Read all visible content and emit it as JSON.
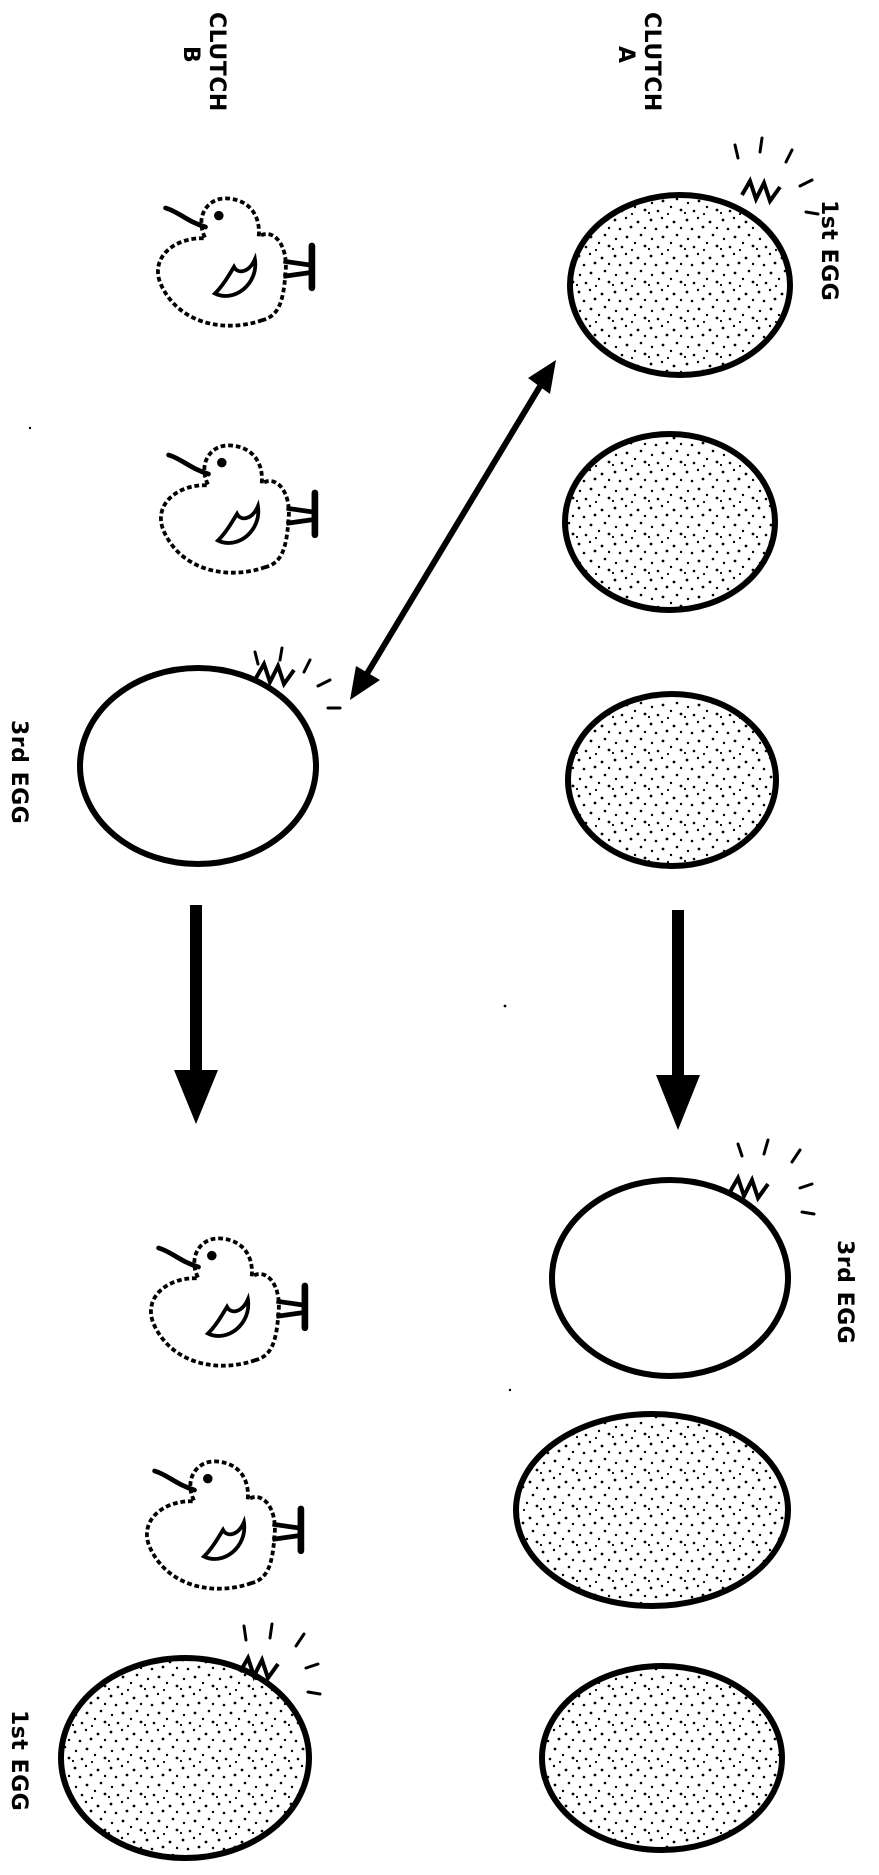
{
  "labels": {
    "clutch_a_line1": "CLUTCH",
    "clutch_a_line2": "A",
    "clutch_b_line1": "CLUTCH",
    "clutch_b_line2": "B",
    "clutch_a_first_egg": "1st EGG",
    "clutch_a_third_egg": "3rd EGG",
    "clutch_b_third_egg": "3rd EGG",
    "clutch_b_first_egg": "1st EGG"
  },
  "clutch_a": {
    "before": [
      "speckled-egg-hatching",
      "speckled-egg",
      "speckled-egg"
    ],
    "after": [
      "plain-egg-hatching",
      "speckled-egg",
      "speckled-egg"
    ]
  },
  "clutch_b": {
    "before": [
      "chick",
      "chick",
      "plain-egg-hatching"
    ],
    "after": [
      "chick",
      "chick",
      "speckled-egg-hatching"
    ]
  },
  "arrows": {
    "swap": "double-headed-arrow",
    "progression": [
      "down-arrow",
      "down-arrow"
    ]
  },
  "colors": {
    "ink": "#000000",
    "paper": "#ffffff"
  }
}
